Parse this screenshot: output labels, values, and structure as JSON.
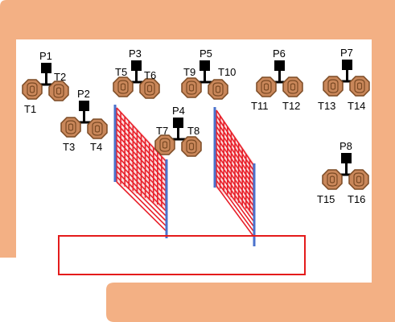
{
  "colors": {
    "wall": "#f3b084",
    "net": "#e8202a",
    "pole": "#4a72cc",
    "zone": "#e41b1b",
    "post": "#000000",
    "target_fill": "#c9875a",
    "target_stroke": "#7b4a24"
  },
  "posts": [
    {
      "id": "p1",
      "label": "P1",
      "targets": [
        "T1",
        "T2"
      ]
    },
    {
      "id": "p2",
      "label": "P2",
      "targets": [
        "T3",
        "T4"
      ]
    },
    {
      "id": "p3",
      "label": "P3",
      "targets": [
        "T5",
        "T6"
      ]
    },
    {
      "id": "p4",
      "label": "P4",
      "targets": [
        "T7",
        "T8"
      ]
    },
    {
      "id": "p5",
      "label": "P5",
      "targets": [
        "T9",
        "T10"
      ]
    },
    {
      "id": "p6",
      "label": "P6",
      "targets": [
        "T11",
        "T12"
      ]
    },
    {
      "id": "p7",
      "label": "P7",
      "targets": [
        "T13",
        "T14"
      ]
    },
    {
      "id": "p8",
      "label": "P8",
      "targets": [
        "T15",
        "T16"
      ]
    }
  ]
}
